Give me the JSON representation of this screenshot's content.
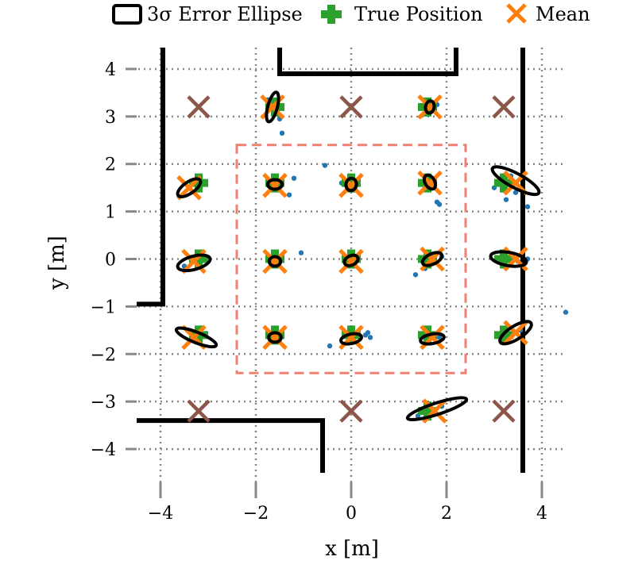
{
  "chart_data": {
    "type": "scatter",
    "xlabel": "x [m]",
    "ylabel": "y [m]",
    "xlim": [
      -4.7,
      4.5
    ],
    "ylim": [
      -4.6,
      4.45
    ],
    "x_ticks": [
      -4,
      -2,
      0,
      2,
      4
    ],
    "x_tick_labels": [
      "−4",
      "−2",
      "0",
      "2",
      "4"
    ],
    "y_ticks": [
      -4,
      -3,
      -2,
      -1,
      0,
      1,
      2,
      3,
      4
    ],
    "y_tick_labels": [
      "−4",
      "−3",
      "−2",
      "−1",
      "0",
      "1",
      "2",
      "3",
      "4"
    ],
    "grid": true,
    "legend": {
      "placement": "top",
      "entries": [
        "3σ Error Ellipse",
        "True Position",
        "Mean"
      ]
    },
    "colors": {
      "ellipse": "#000000",
      "true_position": "#2ca02c",
      "mean": "#ff7f0e",
      "samples": "#1f77b4",
      "unobserved_marker": "#8c564b",
      "region": "#f08070",
      "walls": "#000000",
      "grid": "#888888"
    },
    "walls": [
      [
        [
          -3.95,
          4.5
        ],
        [
          -3.95,
          -0.95
        ],
        [
          -4.5,
          -0.95
        ]
      ],
      [
        [
          -1.5,
          4.5
        ],
        [
          -1.5,
          3.9
        ],
        [
          2.2,
          3.9
        ],
        [
          2.2,
          4.5
        ]
      ],
      [
        [
          3.6,
          4.5
        ],
        [
          3.6,
          -4.5
        ]
      ],
      [
        [
          -4.5,
          -3.4
        ],
        [
          -0.6,
          -3.4
        ],
        [
          -0.6,
          -4.5
        ]
      ]
    ],
    "region": {
      "x": [
        -2.4,
        2.4
      ],
      "y": [
        -2.4,
        2.4
      ]
    },
    "true_positions": [
      {
        "x": -1.6,
        "y": 3.2
      },
      {
        "x": 1.6,
        "y": 3.2
      },
      {
        "x": -3.2,
        "y": 1.6
      },
      {
        "x": -1.6,
        "y": 1.6
      },
      {
        "x": 0,
        "y": 1.6
      },
      {
        "x": 1.6,
        "y": 1.6
      },
      {
        "x": 3.2,
        "y": 1.6
      },
      {
        "x": -3.2,
        "y": 0
      },
      {
        "x": -1.6,
        "y": 0
      },
      {
        "x": 0,
        "y": 0
      },
      {
        "x": 1.6,
        "y": 0
      },
      {
        "x": 3.2,
        "y": 0
      },
      {
        "x": -3.2,
        "y": -1.6
      },
      {
        "x": -1.6,
        "y": -1.6
      },
      {
        "x": 0,
        "y": -1.6
      },
      {
        "x": 1.6,
        "y": -1.6
      },
      {
        "x": 3.2,
        "y": -1.6
      },
      {
        "x": 1.6,
        "y": -3.2
      }
    ],
    "means": [
      {
        "x": -1.65,
        "y": 3.2
      },
      {
        "x": 1.65,
        "y": 3.2
      },
      {
        "x": -3.4,
        "y": 1.5
      },
      {
        "x": -1.6,
        "y": 1.55
      },
      {
        "x": 0,
        "y": 1.55
      },
      {
        "x": 1.65,
        "y": 1.6
      },
      {
        "x": 3.45,
        "y": 1.6
      },
      {
        "x": -3.3,
        "y": -0.05
      },
      {
        "x": -1.6,
        "y": -0.05
      },
      {
        "x": 0,
        "y": -0.05
      },
      {
        "x": 1.7,
        "y": 0
      },
      {
        "x": 3.45,
        "y": 0
      },
      {
        "x": -3.3,
        "y": -1.65
      },
      {
        "x": -1.6,
        "y": -1.65
      },
      {
        "x": 0,
        "y": -1.65
      },
      {
        "x": 1.7,
        "y": -1.65
      },
      {
        "x": 3.45,
        "y": -1.55
      },
      {
        "x": 1.75,
        "y": -3.2
      }
    ],
    "ellipses": [
      {
        "cx": -1.65,
        "cy": 3.2,
        "a": 0.32,
        "b": 0.1,
        "angle": 75
      },
      {
        "cx": 1.65,
        "cy": 3.2,
        "a": 0.13,
        "b": 0.09,
        "angle": 80
      },
      {
        "cx": -3.4,
        "cy": 1.5,
        "a": 0.28,
        "b": 0.12,
        "angle": 35
      },
      {
        "cx": -1.6,
        "cy": 1.57,
        "a": 0.15,
        "b": 0.1,
        "angle": 0
      },
      {
        "cx": 0,
        "cy": 1.57,
        "a": 0.13,
        "b": 0.11,
        "angle": 80
      },
      {
        "cx": 1.65,
        "cy": 1.62,
        "a": 0.16,
        "b": 0.1,
        "angle": -60
      },
      {
        "cx": 3.45,
        "cy": 1.65,
        "a": 0.55,
        "b": 0.15,
        "angle": -28
      },
      {
        "cx": -3.3,
        "cy": -0.08,
        "a": 0.35,
        "b": 0.14,
        "angle": 15
      },
      {
        "cx": -1.6,
        "cy": -0.05,
        "a": 0.12,
        "b": 0.1,
        "angle": 0
      },
      {
        "cx": 0,
        "cy": -0.03,
        "a": 0.15,
        "b": 0.1,
        "angle": 25
      },
      {
        "cx": 1.7,
        "cy": 0,
        "a": 0.22,
        "b": 0.11,
        "angle": 25
      },
      {
        "cx": 3.3,
        "cy": 0,
        "a": 0.38,
        "b": 0.14,
        "angle": -10
      },
      {
        "cx": -3.25,
        "cy": -1.65,
        "a": 0.45,
        "b": 0.11,
        "angle": -22
      },
      {
        "cx": -1.6,
        "cy": -1.65,
        "a": 0.13,
        "b": 0.1,
        "angle": 0
      },
      {
        "cx": 0,
        "cy": -1.68,
        "a": 0.22,
        "b": 0.1,
        "angle": 12
      },
      {
        "cx": 1.7,
        "cy": -1.68,
        "a": 0.25,
        "b": 0.1,
        "angle": 10
      },
      {
        "cx": 3.45,
        "cy": -1.55,
        "a": 0.38,
        "b": 0.14,
        "angle": 32
      },
      {
        "cx": 1.8,
        "cy": -3.15,
        "a": 0.65,
        "b": 0.12,
        "angle": 18
      }
    ],
    "samples": [
      {
        "x": -1.45,
        "y": 2.65
      },
      {
        "x": -1.5,
        "y": 2.95
      },
      {
        "x": -1.75,
        "y": 3.35
      },
      {
        "x": 1.8,
        "y": 3.25
      },
      {
        "x": -1.2,
        "y": 1.7
      },
      {
        "x": -1.3,
        "y": 1.35
      },
      {
        "x": -1.7,
        "y": 1.6
      },
      {
        "x": -0.55,
        "y": 1.97
      },
      {
        "x": -0.2,
        "y": 1.6
      },
      {
        "x": 0.1,
        "y": 1.55
      },
      {
        "x": 1.8,
        "y": 1.2
      },
      {
        "x": 1.85,
        "y": 1.15
      },
      {
        "x": 1.6,
        "y": 1.65
      },
      {
        "x": 3.0,
        "y": 1.5
      },
      {
        "x": 3.25,
        "y": 1.25
      },
      {
        "x": 3.45,
        "y": 1.4
      },
      {
        "x": 3.7,
        "y": 1.1
      },
      {
        "x": 3.2,
        "y": 1.7
      },
      {
        "x": 3.35,
        "y": 1.75
      },
      {
        "x": -3.5,
        "y": -0.15
      },
      {
        "x": -3.2,
        "y": 0.0
      },
      {
        "x": -1.05,
        "y": 0.13
      },
      {
        "x": -1.7,
        "y": 0.0
      },
      {
        "x": 0.05,
        "y": -0.05
      },
      {
        "x": 1.35,
        "y": -0.33
      },
      {
        "x": 1.55,
        "y": -0.2
      },
      {
        "x": 1.9,
        "y": 0.05
      },
      {
        "x": 1.75,
        "y": 0.0
      },
      {
        "x": 3.3,
        "y": 0.0
      },
      {
        "x": 3.5,
        "y": -0.05
      },
      {
        "x": 3.7,
        "y": 0.0
      },
      {
        "x": -3.35,
        "y": -1.55
      },
      {
        "x": -1.6,
        "y": -1.65
      },
      {
        "x": -0.45,
        "y": -1.83
      },
      {
        "x": 0.35,
        "y": -1.55
      },
      {
        "x": 0.4,
        "y": -1.65
      },
      {
        "x": 0.3,
        "y": -1.6
      },
      {
        "x": -0.05,
        "y": -1.7
      },
      {
        "x": 1.6,
        "y": -1.7
      },
      {
        "x": 1.85,
        "y": -1.65
      },
      {
        "x": 3.4,
        "y": -1.55
      },
      {
        "x": 3.55,
        "y": -1.5
      },
      {
        "x": 4.5,
        "y": -1.12
      },
      {
        "x": 1.6,
        "y": -3.2
      },
      {
        "x": 1.9,
        "y": -3.1
      },
      {
        "x": 1.4,
        "y": -3.3
      }
    ],
    "unobserved": [
      {
        "x": -3.2,
        "y": 3.2
      },
      {
        "x": 0,
        "y": 3.2
      },
      {
        "x": 3.2,
        "y": 3.2
      },
      {
        "x": -3.2,
        "y": -3.2
      },
      {
        "x": 0,
        "y": -3.2
      },
      {
        "x": 3.2,
        "y": -3.2
      }
    ]
  }
}
